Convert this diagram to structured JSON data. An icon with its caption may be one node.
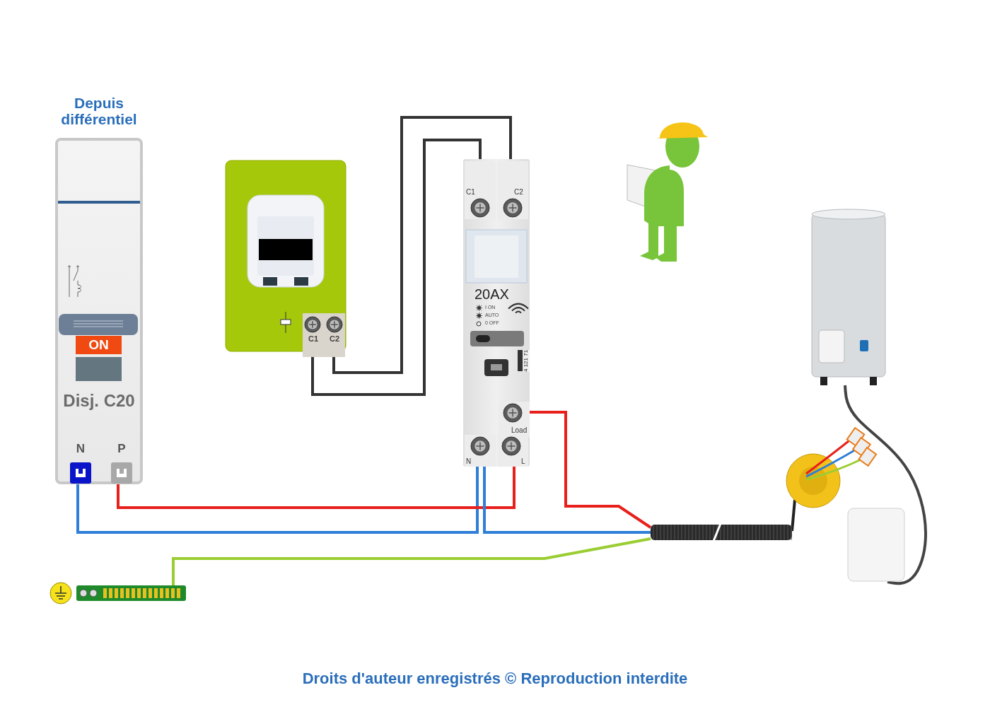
{
  "diagram": {
    "nodes": [
      {
        "text": [
          "Depuis différentiel",
          "Disj. C20"
        ]
      },
      {
        "text": [
          "N"
        ],
        "in": 0
      },
      {
        "text": [
          "P"
        ],
        "in": 0
      },
      {
        "text": [],
        "shape": "box"
      },
      {
        "text": [
          "C1"
        ],
        "in": 3
      },
      {
        "text": [
          "C2"
        ],
        "in": 3
      },
      {
        "text": [
          "20AX"
        ]
      },
      {
        "text": [
          "C1"
        ],
        "in": 6
      },
      {
        "text": [
          "C2"
        ],
        "in": 6
      },
      {
        "text": [
          "Load"
        ],
        "in": 6
      },
      {
        "text": [
          "N"
        ],
        "in": 6
      },
      {
        "text": [
          "L"
        ],
        "in": 6
      },
      {
        "text": [],
        "shape": "cable"
      },
      {
        "text": [],
        "shape": "circle"
      },
      {
        "text": [],
        "shape": "cylinder"
      },
      {
        "text": [],
        "shape": "box"
      },
      {
        "text": [],
        "shape": "bar"
      }
    ],
    "edges": [
      {
        "from": 4,
        "to": 7,
        "arrow": "none",
        "color": "#333333"
      },
      {
        "from": 5,
        "to": 8,
        "arrow": "none",
        "color": "#333333"
      },
      {
        "from": 1,
        "to": 10,
        "arrow": "none",
        "color": "#2f7fd8"
      },
      {
        "from": 2,
        "to": 11,
        "arrow": "none",
        "color": "#e8201c"
      },
      {
        "from": 10,
        "to": 12,
        "arrow": "none",
        "color": "#2f7fd8"
      },
      {
        "from": 9,
        "to": 12,
        "arrow": "none",
        "color": "#e8201c"
      },
      {
        "from": 16,
        "to": 12,
        "arrow": "none",
        "color": "#9acd32"
      },
      {
        "from": 12,
        "to": 13,
        "arrow": "none",
        "color": "#222222"
      },
      {
        "from": 14,
        "to": 15,
        "arrow": "none",
        "color": "#444444"
      }
    ],
    "labels": [
      "ON",
      "I ON",
      "AUTO",
      "0 OFF",
      "4 121 71",
      "Droits d'auteur enregistrés © Reproduction interdite"
    ]
  }
}
